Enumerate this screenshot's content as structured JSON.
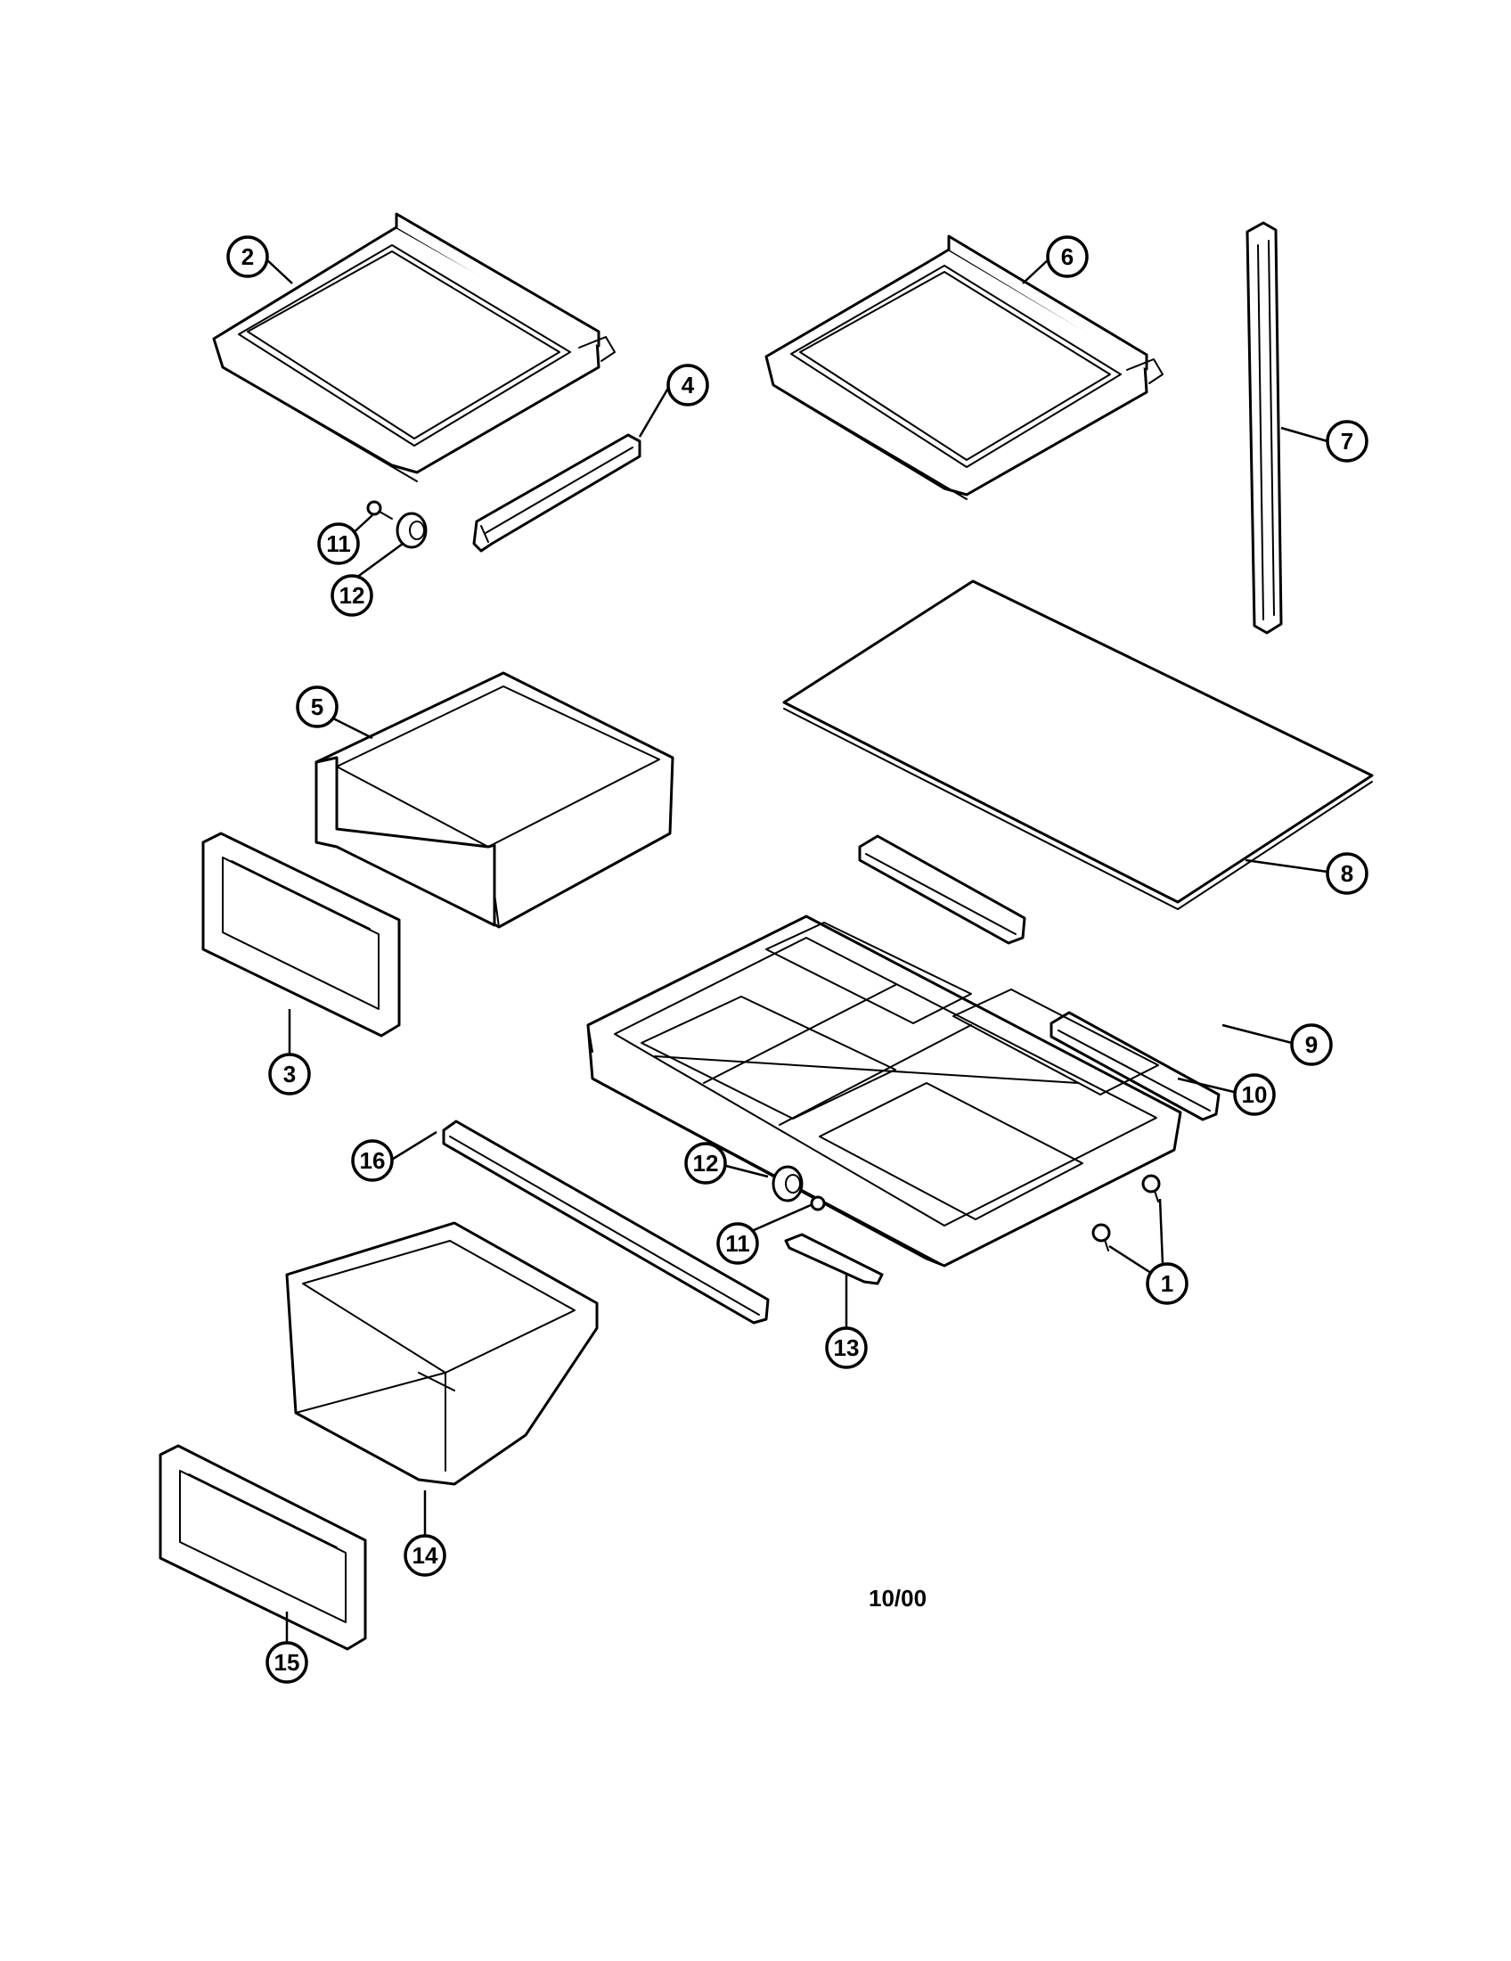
{
  "diagram": {
    "date_code": "10/00",
    "callouts": [
      {
        "id": "c2",
        "label": "2"
      },
      {
        "id": "c6",
        "label": "6"
      },
      {
        "id": "c4",
        "label": "4"
      },
      {
        "id": "c7",
        "label": "7"
      },
      {
        "id": "c11a",
        "label": "11"
      },
      {
        "id": "c12a",
        "label": "12"
      },
      {
        "id": "c5",
        "label": "5"
      },
      {
        "id": "c8",
        "label": "8"
      },
      {
        "id": "c3",
        "label": "3"
      },
      {
        "id": "c9",
        "label": "9"
      },
      {
        "id": "c10",
        "label": "10"
      },
      {
        "id": "c16",
        "label": "16"
      },
      {
        "id": "c12b",
        "label": "12"
      },
      {
        "id": "c11b",
        "label": "11"
      },
      {
        "id": "c1",
        "label": "1"
      },
      {
        "id": "c13",
        "label": "13"
      },
      {
        "id": "c14",
        "label": "14"
      },
      {
        "id": "c15",
        "label": "15"
      }
    ]
  }
}
